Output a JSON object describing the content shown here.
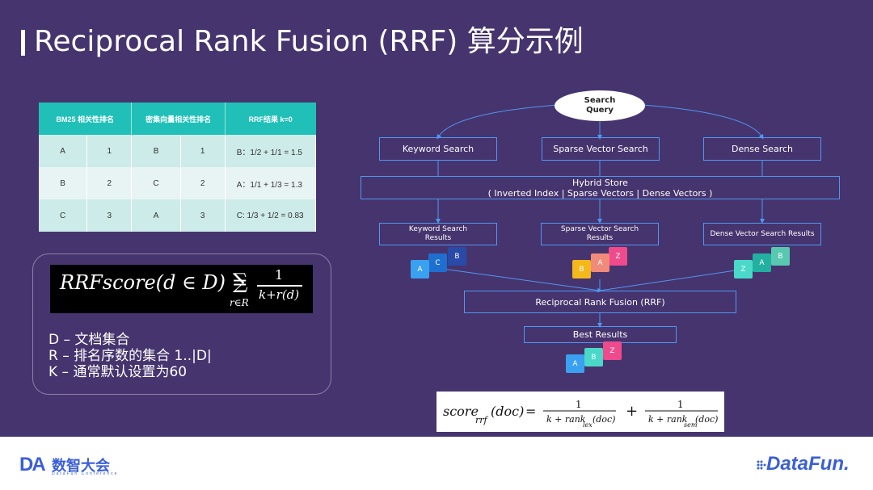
{
  "title": "Reciprocal Rank Fusion (RRF) 算分示例",
  "table": {
    "headers": [
      "BM25 相关性排名",
      "密集向量相关性排名",
      "RRF结果 k=0"
    ],
    "rows": [
      {
        "bm25_doc": "A",
        "bm25_rank": "1",
        "dense_doc": "B",
        "dense_rank": "1",
        "rrf": "B：1/2 + 1/1 = 1.5"
      },
      {
        "bm25_doc": "B",
        "bm25_rank": "2",
        "dense_doc": "C",
        "dense_rank": "2",
        "rrf": "A：1/1 + 1/3 = 1.3"
      },
      {
        "bm25_doc": "C",
        "bm25_rank": "3",
        "dense_doc": "A",
        "dense_rank": "3",
        "rrf": "C:  1/3 + 1/2 = 0.83"
      }
    ]
  },
  "formula": {
    "left": "RRFscore(d ∈ D) =",
    "sigma": "∑",
    "sub": "r∈R",
    "numerator": "1",
    "denominator": "k+r(d)"
  },
  "legend": [
    "D – 文档集合",
    "R – 排名序数的集合 1..|D|",
    "K – 通常默认设置为60"
  ],
  "diagram": {
    "query_line1": "Search",
    "query_line2": "Query",
    "keyword_search": "Keyword Search",
    "sparse_search": "Sparse Vector Search",
    "dense_search": "Dense Search",
    "hybrid_line1": "Hybrid Store",
    "hybrid_line2": "( Inverted Index | Sparse Vectors | Dense Vectors )",
    "keyword_results_line1": "Keyword Search",
    "keyword_results_line2": "Results",
    "sparse_results_line1": "Sparse Vector Search",
    "sparse_results_line2": "Results",
    "dense_results": "Dense Vector Search Results",
    "rrf_box": "Reciprocal Rank Fusion (RRF)",
    "best_results": "Best Results",
    "tiles": {
      "A": "A",
      "B": "B",
      "C": "C",
      "Z": "Z"
    }
  },
  "colors": {
    "background": "#46346e",
    "table_header": "#20c0b8",
    "box_border": "#4f97f0",
    "tile_blue_light": "#3aa0f0",
    "tile_blue_mid": "#1e6fd0",
    "tile_blue_dark": "#2a4aa8",
    "tile_yellow": "#f2b81c",
    "tile_salmon": "#f08a7a",
    "tile_pink": "#ee4a8c",
    "tile_teal_light": "#4ad8c8",
    "tile_teal_dark": "#22b0a0",
    "tile_teal_mid": "#58c8b0"
  },
  "score_formula": {
    "lhs": "score",
    "lhs_sub": "rrf",
    "lhs_arg": "(doc)",
    "equals": "=",
    "num": "1",
    "den1_pre": "k + rank",
    "den1_sub": "lex",
    "den1_post": "(doc)",
    "plus": "+",
    "den2_pre": "k + rank",
    "den2_sub": "sem",
    "den2_post": "(doc)"
  },
  "footer": {
    "logo_da": "DA",
    "logo_cn": "数智大会",
    "logo_sub": "DataFun Conference",
    "logo_datafun": "DataFun."
  }
}
